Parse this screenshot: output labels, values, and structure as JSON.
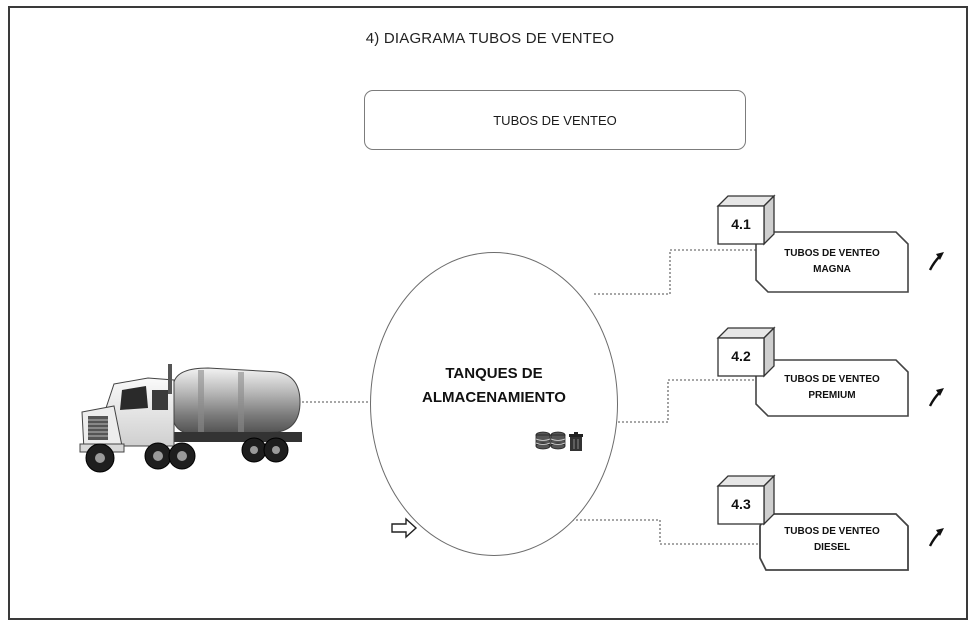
{
  "title": "4)  DIAGRAMA TUBOS DE VENTEO",
  "header": {
    "label": "TUBOS DE VENTEO"
  },
  "center": {
    "line1": "TANQUES DE",
    "line2": "ALMACENAMIENTO"
  },
  "branches": [
    {
      "number": "4.1",
      "line1": "TUBOS DE VENTEO",
      "line2": "MAGNA"
    },
    {
      "number": "4.2",
      "line1": "TUBOS DE VENTEO",
      "line2": "PREMIUM"
    },
    {
      "number": "4.3",
      "line1": "TUBOS DE VENTEO",
      "line2": "DIESEL"
    }
  ],
  "icons": {
    "truck": "tanker-truck-icon",
    "storage": "database-icon",
    "bin": "trash-bin-icon",
    "pointer": "right-arrow-icon",
    "curl": "curved-arrow-icon"
  },
  "colors": {
    "border": "#3a3a3a",
    "shape_stroke": "#6c6c6c",
    "connector": "#8a8a8a"
  }
}
